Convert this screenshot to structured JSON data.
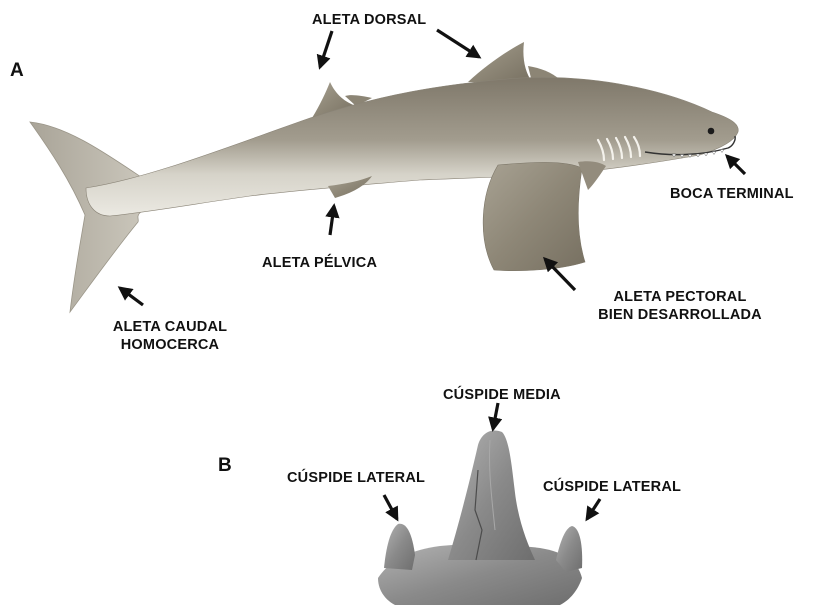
{
  "panels": {
    "a": "A",
    "b": "B"
  },
  "shark_labels": {
    "dorsal_fin": "ALETA DORSAL",
    "terminal_mouth": "BOCA TERMINAL",
    "pelvic_fin": "ALETA PÉLVICA",
    "pectoral_fin_line1": "ALETA PECTORAL",
    "pectoral_fin_line2": "BIEN DESARROLLADA",
    "caudal_fin_line1": "ALETA CAUDAL",
    "caudal_fin_line2": "HOMOCERCA"
  },
  "tooth_labels": {
    "middle_cusp": "CÚSPIDE MEDIA",
    "lateral_cusp_left": "CÚSPIDE LATERAL",
    "lateral_cusp_right": "CÚSPIDE LATERAL"
  },
  "colors": {
    "shark_dorsal": "#8f887a",
    "shark_ventral": "#d9d6cc",
    "fin": "#8a8373",
    "tooth": "#8e8e8e",
    "arrow": "#111111"
  }
}
